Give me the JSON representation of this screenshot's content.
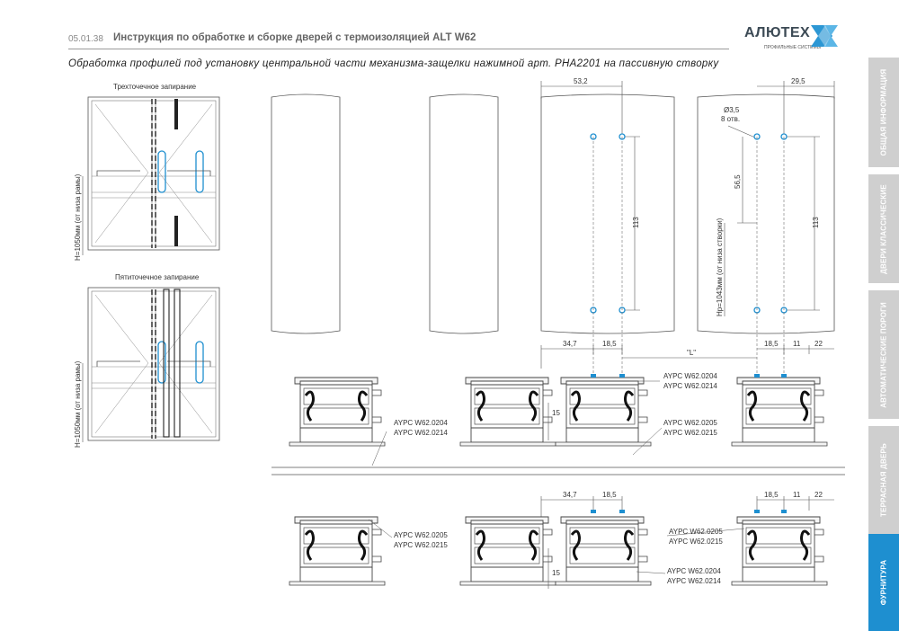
{
  "header": {
    "page_code": "05.01.38",
    "title": "Инструкция по обработке и сборке дверей с термоизоляцией ALT W62"
  },
  "logo": {
    "name": "АЛЮТЕХ",
    "tagline": "ПРОФИЛЬНЫЕ СИСТЕМЫ"
  },
  "subtitle": "Обработка профилей под установку центральной части механизма-защелки нажимной арт. PHA2201 на пассивную створку",
  "sidebar": {
    "tabs": [
      {
        "label": "ОБЩАЯ ИНФОРМАЦИЯ",
        "active": false
      },
      {
        "label": "ДВЕРИ КЛАССИЧЕСКИЕ",
        "active": false
      },
      {
        "label": "АВТОМАТИЧЕСКИЕ ПОРОГИ",
        "active": false
      },
      {
        "label": "ТЕРРАСНАЯ ДВЕРЬ",
        "active": false
      },
      {
        "label": "ФУРНИТУРА",
        "active": true
      }
    ]
  },
  "left_diagrams": {
    "top_title": "Трехточечное запирание",
    "bottom_title": "Пятиточечное запирание",
    "height_label": "H=1050мм (от низа рамы)"
  },
  "dims": {
    "d53_2": "53,2",
    "d29_5": "29,5",
    "hole": "Ø3,5",
    "hole_count": "8 отв.",
    "d113_a": "113",
    "d113_b": "113",
    "d56_5": "56,5",
    "hp_label": "Нр=1043мм (от низа створки)",
    "d34_7_a": "34,7",
    "d18_5_a": "18,5",
    "L": "\"L\"",
    "d18_5_b": "18,5",
    "d11_a": "11",
    "d22_a": "22",
    "d15_a": "15",
    "d34_7_b": "34,7",
    "d18_5_c": "18,5",
    "d18_5_d": "18,5",
    "d11_b": "11",
    "d22_b": "22",
    "d15_b": "15"
  },
  "profile_labels": {
    "p1a": "AYPC W62.0204",
    "p1b": "AYPC W62.0214",
    "p2a": "AYPC W62.0204",
    "p2b": "AYPC W62.0214",
    "p3a": "AYPC W62.0205",
    "p3b": "AYPC W62.0215",
    "p4a": "AYPC W62.0205",
    "p4b": "AYPC W62.0215",
    "p5a": "AYPC W62.0205",
    "p5b": "AYPC W62.0215",
    "p6a": "AYPC W62.0204",
    "p6b": "AYPC W62.0214"
  },
  "colors": {
    "accent": "#1e8fd0",
    "tab_inactive": "#cfcfcf",
    "line": "#444444",
    "hole": "#1e8fd0"
  }
}
